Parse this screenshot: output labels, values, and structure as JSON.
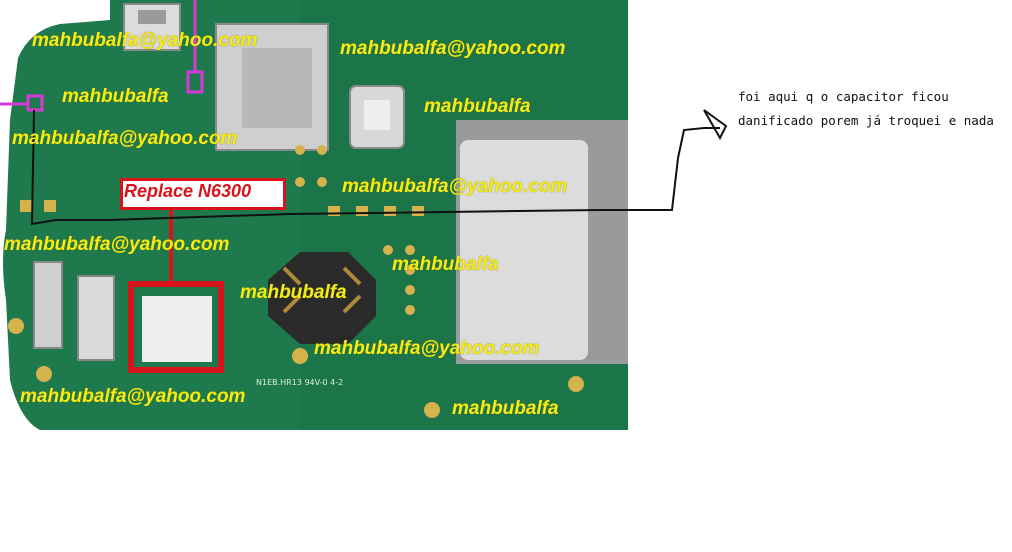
{
  "component_label": "Replace N6300",
  "watermarks": {
    "email": "mahbubalfa@yahoo.com",
    "name": "mahbubalfa"
  },
  "note": {
    "line1": "foi aqui q o capacitor ficou",
    "line2": "danificado porem já troquei e nada"
  },
  "board_marking": "N1EB.HR13 94V-0 4-2",
  "colors": {
    "board": "#1e7a4c",
    "watermark": "#f4ec14",
    "highlight_red": "#d8131b",
    "highlight_magenta": "#d63ad6",
    "trace": "#111111"
  }
}
